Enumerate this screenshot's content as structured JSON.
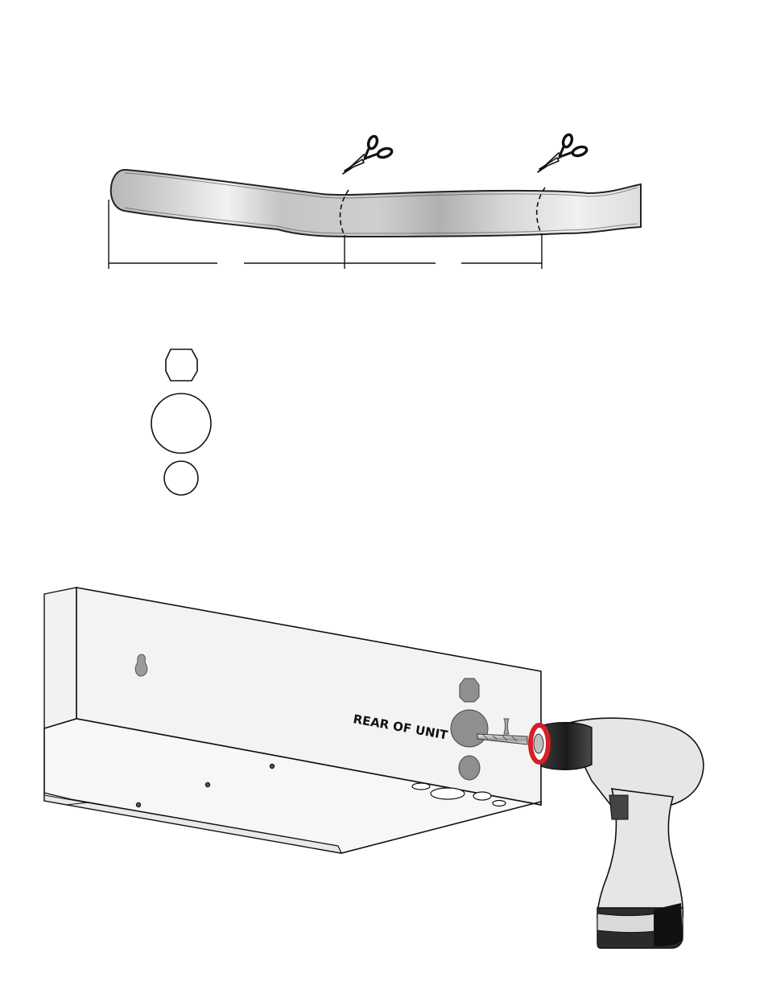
{
  "figure_top": {
    "description_label": "",
    "cut_marks": [
      "scissors",
      "scissors"
    ]
  },
  "figure_middle": {
    "hole_shapes": [
      "small-octagon-hole",
      "large-round-hole",
      "small-round-hole"
    ]
  },
  "figure_bottom": {
    "rear_label": "REAR OF UNIT",
    "tool": "cordless-drill",
    "colors": {
      "chuck_ring": "#d61f26",
      "drill_body": "#e6e6e6",
      "battery": "#2b2b2b"
    }
  }
}
